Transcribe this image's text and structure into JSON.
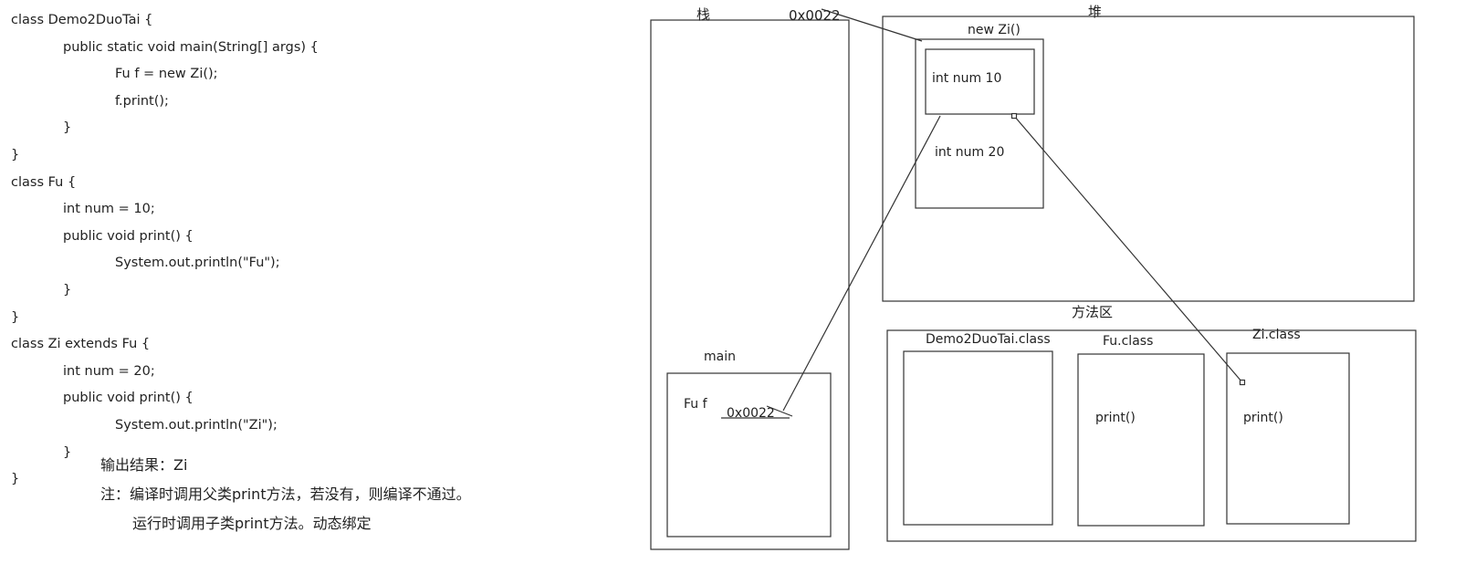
{
  "code_lines": [
    {
      "indent": 0,
      "text": "class Demo2DuoTai {"
    },
    {
      "indent": 1,
      "text": "public static void main(String[] args) {"
    },
    {
      "indent": 2,
      "text": "Fu f = new Zi();"
    },
    {
      "indent": 2,
      "text": "f.print();"
    },
    {
      "indent": 1,
      "text": "}"
    },
    {
      "indent": 0,
      "text": "}"
    },
    {
      "indent": 0,
      "text": "class Fu {"
    },
    {
      "indent": 1,
      "text": "int num = 10;"
    },
    {
      "indent": 1,
      "text": "public void print() {"
    },
    {
      "indent": 2,
      "text": "System.out.println(\"Fu\");"
    },
    {
      "indent": 1,
      "text": "}"
    },
    {
      "indent": 0,
      "text": "}"
    },
    {
      "indent": 0,
      "text": "class Zi extends Fu {"
    },
    {
      "indent": 1,
      "text": "int num = 20;"
    },
    {
      "indent": 1,
      "text": "public void print() {"
    },
    {
      "indent": 2,
      "text": "System.out.println(\"Zi\");"
    },
    {
      "indent": 1,
      "text": "}"
    },
    {
      "indent": 0,
      "text": "}"
    }
  ],
  "notes": {
    "output": "输出结果：Zi",
    "note_line1": "注：编译时调用父类print方法，若没有，则编译不通过。",
    "note_line2": "运行时调用子类print方法。动态绑定"
  },
  "diagram": {
    "stack_label": "栈",
    "address_top": "0x0022",
    "heap_label": "堆",
    "new_zi_label": "new Zi()",
    "inner_field": "int num 10",
    "outer_field": "int num 20",
    "method_area_label": "方法区",
    "main_label": "main",
    "var_label": "Fu f",
    "var_value": "0x0022",
    "class1_label": "Demo2DuoTai.class",
    "class2_label": "Fu.class",
    "class3_label": "Zi.class",
    "fu_method": "print()",
    "zi_method": "print()"
  }
}
